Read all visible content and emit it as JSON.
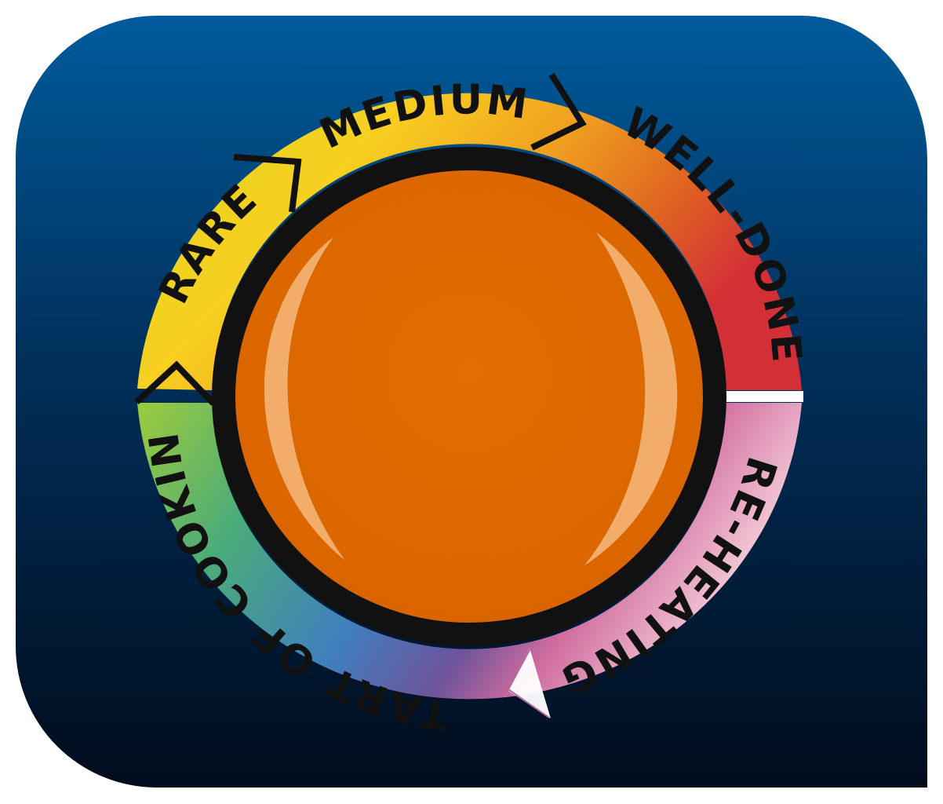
{
  "indicator": {
    "stages": [
      {
        "id": "pre-heating",
        "label": "PRE-HEATING"
      },
      {
        "id": "start-of-cooking",
        "label": "START OF COOKING"
      },
      {
        "id": "rare",
        "label": "RARE"
      },
      {
        "id": "medium",
        "label": "MEDIUM"
      },
      {
        "id": "well-done",
        "label": "WELL-DONE"
      }
    ],
    "colors": {
      "background_top": "#005b9c",
      "background_bottom": "#000c1c",
      "center": "#e06a00",
      "highlight": "#f2ad6a",
      "outline": "#111111",
      "pre_heating": "#e68cb0",
      "start_of_cooking": "#3f8fc0",
      "rare": "#ddd81c",
      "medium": "#f0a020",
      "well_done": "#d63030"
    }
  }
}
